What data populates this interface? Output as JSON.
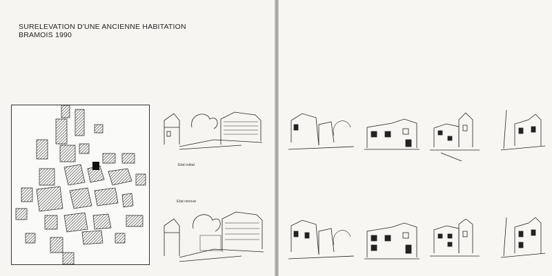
{
  "heading": {
    "line1": "SURELEVATION D'UNE ANCIENNE HABITATION",
    "line2": "BRAMOIS 1990"
  },
  "captions": {
    "initial": "Etat initial",
    "renovated": "Etat rénové"
  }
}
